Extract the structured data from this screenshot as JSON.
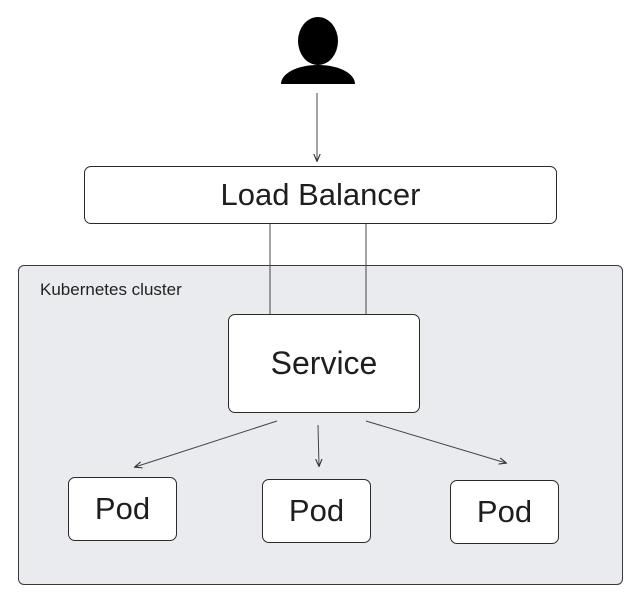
{
  "diagram": {
    "user": {
      "icon": "user-icon"
    },
    "load_balancer": {
      "label": "Load Balancer"
    },
    "cluster": {
      "label": "Kubernetes cluster"
    },
    "service": {
      "label": "Service"
    },
    "pods": [
      {
        "label": "Pod"
      },
      {
        "label": "Pod"
      },
      {
        "label": "Pod"
      }
    ]
  }
}
